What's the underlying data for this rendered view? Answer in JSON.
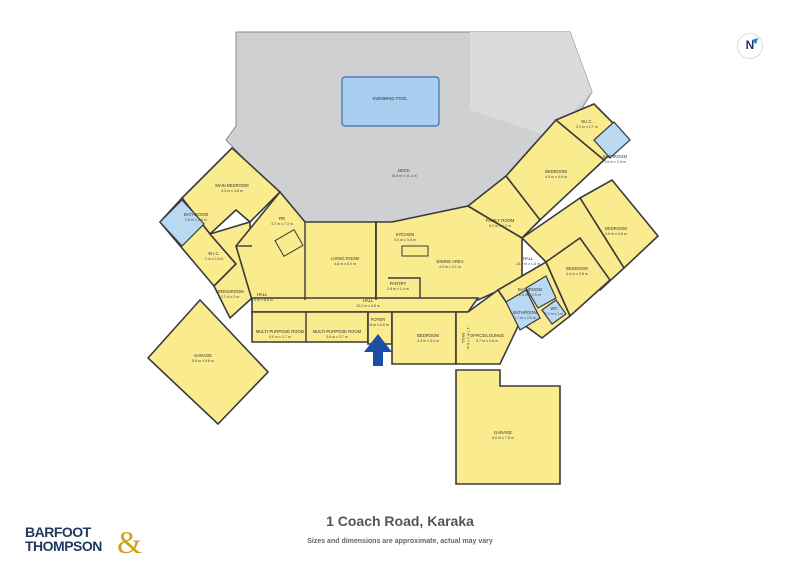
{
  "plan": {
    "address": "1 Coach Road, Karaka",
    "disclaimer": "Sizes and dimensions are approximate, actual may vary",
    "brand": {
      "line1": "BARFOOT",
      "line2": "THOMPSON",
      "amp": "&"
    },
    "compass": {
      "letter": "N"
    },
    "colors": {
      "room": "#fbeb8f",
      "deck": "#cfd0d2",
      "pool": "#a8cff0",
      "bathroom": "#b9d9f2",
      "arrow": "#1a4fa8"
    },
    "rooms": {
      "pool": {
        "name": "SWIMMING POOL",
        "dim": ""
      },
      "deck": {
        "name": "DECK",
        "dim": "19.5 m x 11.4 m"
      },
      "wic_top": {
        "name": "W.I.C.",
        "dim": "2.2 m x 2.7 m"
      },
      "bathroom_top": {
        "name": "BATHROOM",
        "dim": "3.5 m x 2.4 m"
      },
      "bedroom_top": {
        "name": "BEDROOM",
        "dim": "4.5 m x 4.8 m"
      },
      "bedroom_right": {
        "name": "BEDROOM",
        "dim": "3.6 m x 4.6 m"
      },
      "bedroom_mid_right": {
        "name": "BEDROOM",
        "dim": "4.4 m x 3.8 m"
      },
      "hall_right": {
        "name": "HALL",
        "dim": "14.0 m x 1.8 m"
      },
      "family_room": {
        "name": "FAMILY ROOM",
        "dim": "5.2 m x 4.0 m"
      },
      "kitchen": {
        "name": "KITCHEN",
        "dim": "5.0 m x 3.8 m"
      },
      "dining_area": {
        "name": "DINING AREA",
        "dim": "4.0 m x 3.1 m"
      },
      "pantry": {
        "name": "PANTRY",
        "dim": "2.8 m x 1.4 m"
      },
      "living_room": {
        "name": "LIVING ROOM",
        "dim": "4.8 m x 6.0 m"
      },
      "rumpus": {
        "name": "RR",
        "dim": "4.7 m x 7.3 m"
      },
      "main_bedroom": {
        "name": "MAIN BEDROOM",
        "dim": "4.3 m x 4.8 m"
      },
      "bathroom_left": {
        "name": "BATHROOM",
        "dim": "2.6 m x 3.0 m"
      },
      "wic_left": {
        "name": "W.I.C.",
        "dim": "2 m x 2.5 m"
      },
      "hall_left": {
        "name": "HALL",
        "dim": "3.4 m x 6.8 m"
      },
      "dressroom": {
        "name": "DRESSROOM",
        "dim": "2.7 m x 2 m"
      },
      "garage_left": {
        "name": "GARAGE",
        "dim": "5.8 m x 5.8 m"
      },
      "hall_center": {
        "name": "HALL",
        "dim": "12.2 m x 4.8 m"
      },
      "multi_room_1": {
        "name": "MULTI-PURPOSE ROOM",
        "dim": "4.0 m x 2.7 m"
      },
      "multi_room_2": {
        "name": "MULTI-PURPOSE ROOM",
        "dim": "3.6 m x 2.7 m"
      },
      "foyer": {
        "name": "FOYER",
        "dim": "2.8 m x 5.6 m"
      },
      "bedroom_center": {
        "name": "BEDROOM",
        "dim": "3.3 m x 3.4 m"
      },
      "office_lounge": {
        "name": "OFFICE/LOUNGE",
        "dim": "3.7 m x 4.8 m"
      },
      "bathroom_right": {
        "name": "BATHROOM",
        "dim": "1.7 m x 2.8 m"
      },
      "bathroom_right2": {
        "name": "BATHROOM",
        "dim": "2.5 m x 2.5 m"
      },
      "wc": {
        "name": "WC",
        "dim": "1.7 m x 1 m"
      },
      "hall_vertical": {
        "name": "HALL",
        "dim": "1.7 m x 7.6 m"
      },
      "garage_right": {
        "name": "GARAGE",
        "dim": "8.6 m x 7.8 m"
      }
    }
  }
}
